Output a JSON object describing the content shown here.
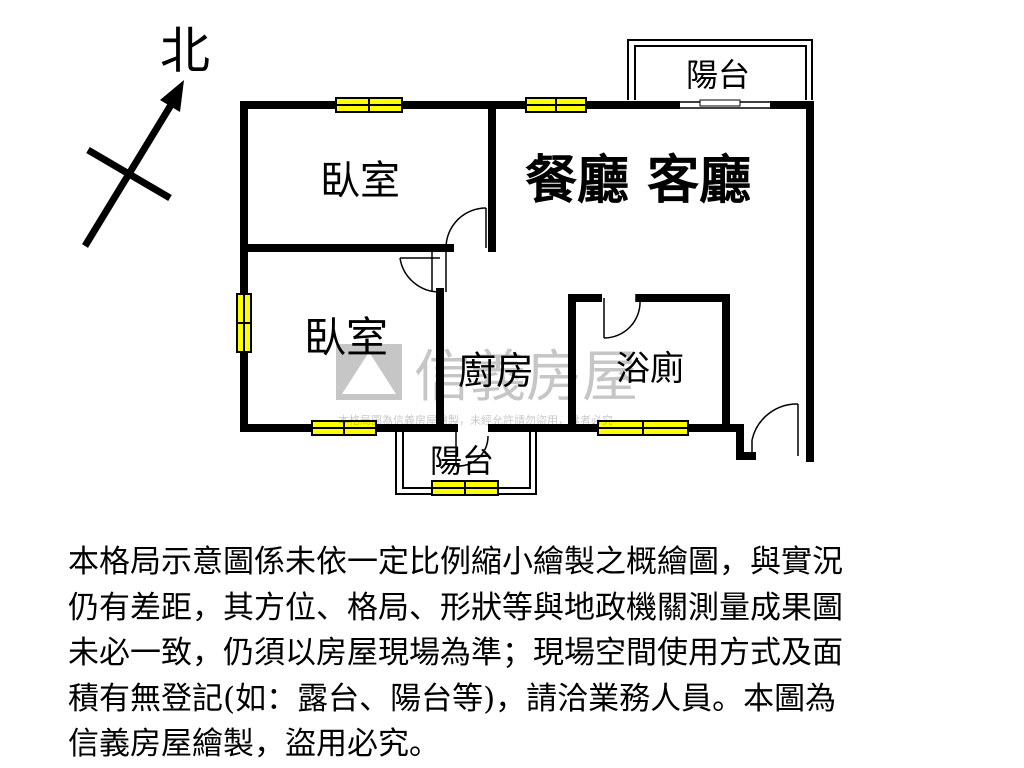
{
  "compass": {
    "label": "北"
  },
  "rooms": {
    "bedroom_top": "臥室",
    "bedroom_bottom": "臥室",
    "dining_living": "餐廳 客廳",
    "kitchen": "廚房",
    "bathroom": "浴廁",
    "balcony_top": "陽台",
    "balcony_bottom": "陽台"
  },
  "watermark": {
    "brand": "信義房屋",
    "note": "本格局圖為信義房屋繪製，未經允許請勿盜用，違者必究"
  },
  "colors": {
    "wall": "#000000",
    "window": "#ffff00"
  },
  "disclaimer": "本格局示意圖係未依一定比例縮小繪製之概繪圖，與實況\n仍有差距，其方位、格局、形狀等與地政機關測量成果圖\n未必一致，仍須以房屋現場為準；現場空間使用方式及面\n積有無登記(如：露台、陽台等)，請洽業務人員。本圖為\n信義房屋繪製，盜用必究。"
}
